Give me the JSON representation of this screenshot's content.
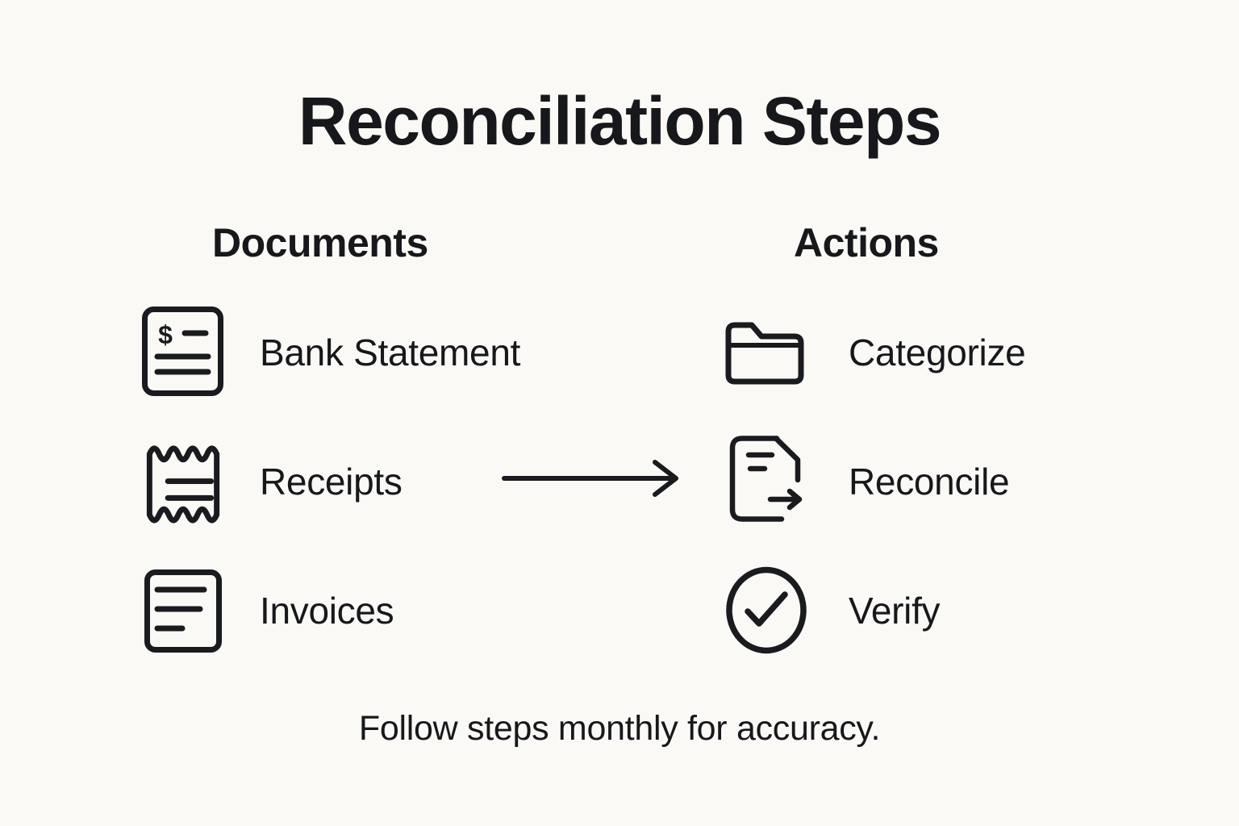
{
  "title": "Reconciliation Steps",
  "colors": {
    "background": "#FAF9F5",
    "ink": "#17181B"
  },
  "columns": [
    {
      "header": "Documents",
      "items": [
        {
          "label": "Bank Statement",
          "icon": "bank-statement-document-icon"
        },
        {
          "label": "Receipts",
          "icon": "receipt-icon"
        },
        {
          "label": "Invoices",
          "icon": "invoice-document-icon"
        }
      ]
    },
    {
      "header": "Actions",
      "items": [
        {
          "label": "Categorize",
          "icon": "folder-icon"
        },
        {
          "label": "Reconcile",
          "icon": "document-transfer-arrow-icon"
        },
        {
          "label": "Verify",
          "icon": "check-circle-icon"
        }
      ]
    }
  ],
  "connector": {
    "icon": "right-arrow-icon",
    "direction": "left-to-right"
  },
  "footer": "Follow steps monthly for accuracy."
}
